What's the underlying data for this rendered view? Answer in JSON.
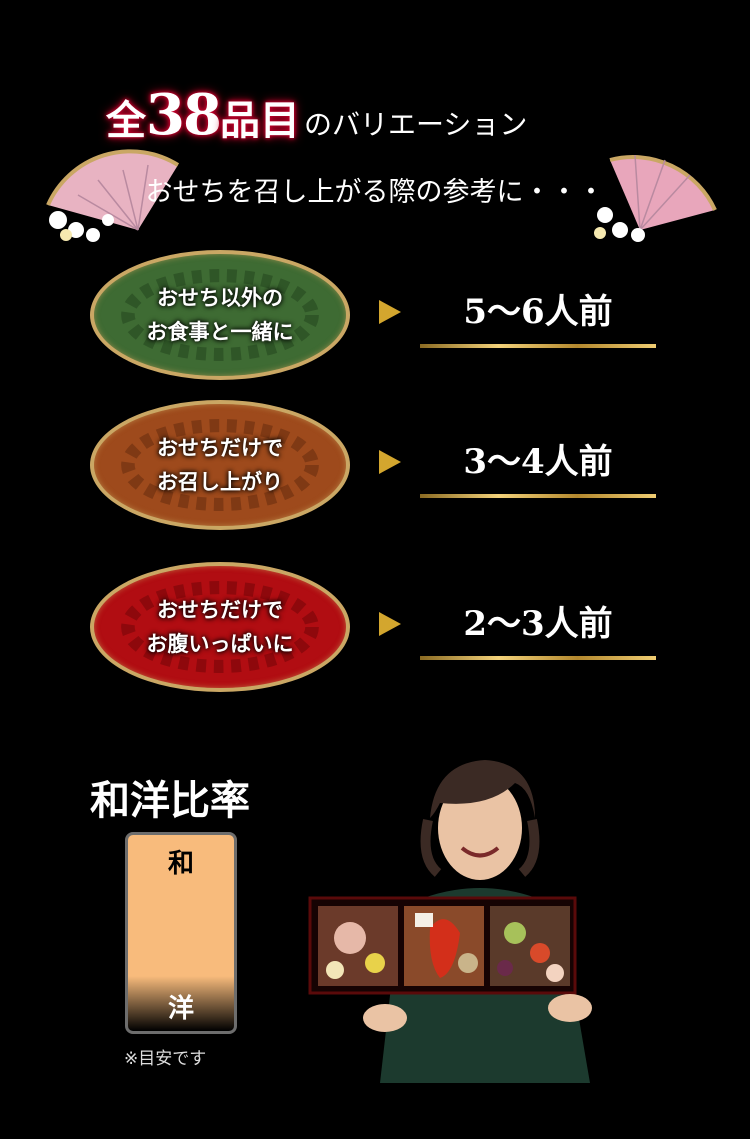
{
  "header": {
    "title_prefix": "全",
    "title_number": "38",
    "title_unit": "品目",
    "title_rest": "のバリエーション",
    "subtitle": "おせちを召し上がる際の参考に・・・"
  },
  "rows": [
    {
      "line1": "おせち以外の",
      "line2": "お食事と一緒に",
      "portion": "5～6人前",
      "color": "#3e6b33"
    },
    {
      "line1": "おせちだけで",
      "line2": "お召し上がり",
      "portion": "3～4人前",
      "color": "#9e4a1c"
    },
    {
      "line1": "おせちだけで",
      "line2": "お腹いっぱいに",
      "portion": "2～3人前",
      "color": "#b10d12"
    }
  ],
  "ratio": {
    "title": "和洋比率",
    "wa": "和",
    "yo": "洋",
    "note": "※目安です"
  },
  "colors": {
    "accent_gold": "#d3a62e",
    "title_glow": "#c6002c",
    "ratio_fill": "#f8bb7c"
  }
}
